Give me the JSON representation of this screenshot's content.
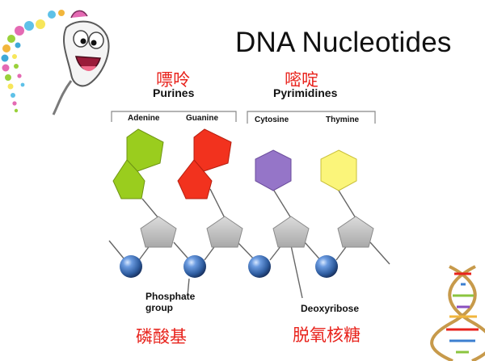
{
  "slide": {
    "title": "DNA Nucleotides"
  },
  "groups": {
    "purines": {
      "chinese": "嘌呤",
      "label": "Purines"
    },
    "pyrimidines": {
      "chinese": "嘧啶",
      "label": "Pyrimidines"
    }
  },
  "bases": {
    "adenine": {
      "label": "Adenine",
      "color": "#9acd1e"
    },
    "guanine": {
      "label": "Guanine",
      "color": "#f2321e"
    },
    "cytosine": {
      "label": "Cytosine",
      "color": "#9575c8"
    },
    "thymine": {
      "label": "Thymine",
      "color": "#fbf57a"
    }
  },
  "parts": {
    "phosphate": {
      "label_line1": "Phosphate",
      "label_line2": "group",
      "chinese": "磷酸基",
      "color": "#3060a0"
    },
    "sugar": {
      "label": "Deoxyribose",
      "chinese": "脱氧核糖",
      "color": "#c4c4c4"
    }
  },
  "colors": {
    "accent_text": "#e8231c",
    "dot_palette": [
      "#f7e65a",
      "#5ec1e8",
      "#e46ab3",
      "#9ad13a",
      "#f2b63c",
      "#3fa9d8"
    ],
    "helix_strands": "#c79a4b",
    "helix_rungs": [
      "#e8231c",
      "#3c7fd0",
      "#8bc53f",
      "#8a4fbf",
      "#f2b63c"
    ]
  }
}
